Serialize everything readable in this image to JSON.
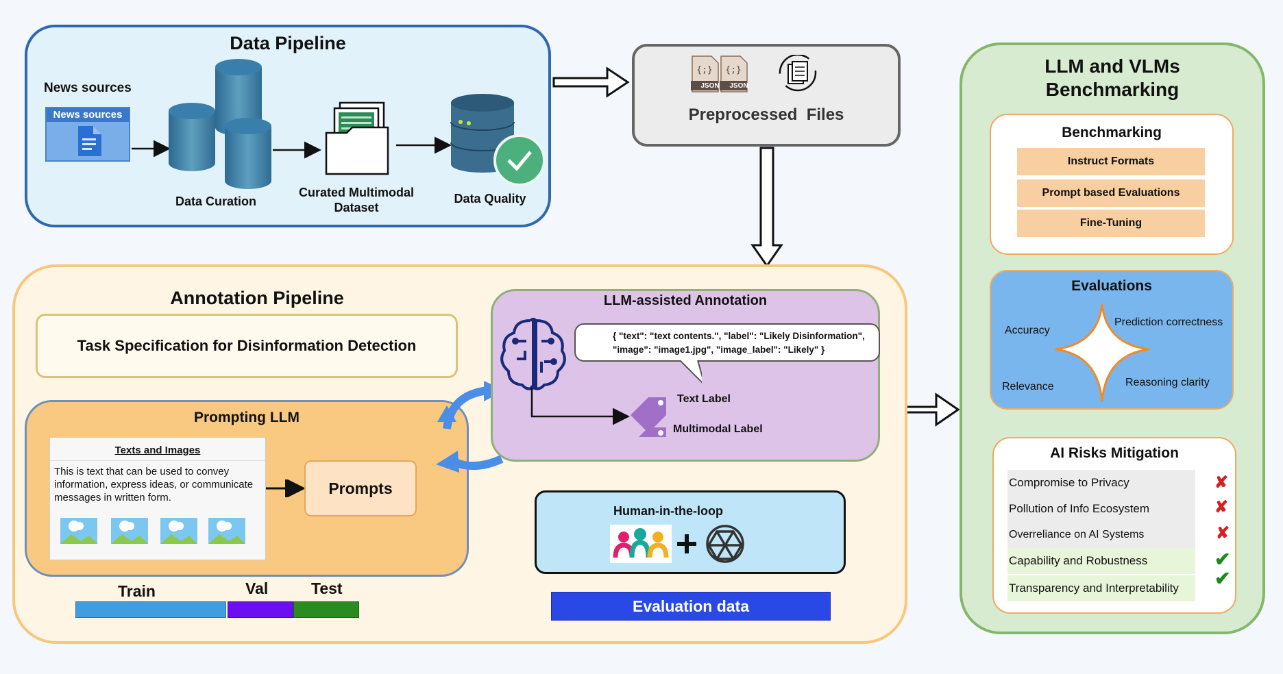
{
  "data_pipeline": {
    "title": "Data Pipeline",
    "news_sources_heading": "News sources",
    "news_sources_tab": "News sources",
    "data_curation": "Data Curation",
    "curated_dataset_line1": "Curated Multimodal",
    "curated_dataset_line2": "Dataset",
    "data_quality": "Data Quality"
  },
  "preprocessed": {
    "title": "Preprocessed  Files",
    "json_label": "JSON"
  },
  "annotation_pipeline": {
    "title": "Annotation Pipeline",
    "task_spec": "Task Specification for Disinformation Detection",
    "prompting_title": "Prompting LLM",
    "texts_images_title": "Texts and Images",
    "texts_images_body": "This is text that can be used to convey information, express ideas, or communicate messages in written form.",
    "prompts": "Prompts",
    "split_train": "Train",
    "split_val": "Val",
    "split_test": "Test"
  },
  "llm_annotation": {
    "title": "LLM-assisted Annotation",
    "json_line1": "{ \"text\": \"text contents.\", \"label\": \"Likely Disinformation\",",
    "json_line2": "\"image\": \"image1.jpg\", \"image_label\": \"Likely\" }",
    "text_label": "Text Label",
    "multimodal_label": "Multimodal Label"
  },
  "human_loop": {
    "title": "Human-in-the-loop"
  },
  "evaluation_data": "Evaluation data",
  "benchmarking": {
    "title_line1": "LLM and VLMs",
    "title_line2": "Benchmarking",
    "card_title": "Benchmarking",
    "items": [
      "Instruct Formats",
      "Prompt based Evaluations",
      "Fine-Tuning"
    ]
  },
  "evaluations": {
    "title": "Evaluations",
    "accuracy": "Accuracy",
    "prediction": "Prediction correctness",
    "relevance": "Relevance",
    "reasoning": "Reasoning clarity"
  },
  "risks": {
    "title": "AI Risks Mitigation",
    "items": [
      {
        "label": "Compromise to Privacy",
        "mark": "✘"
      },
      {
        "label": "Pollution of Info Ecosystem",
        "mark": "✘"
      },
      {
        "label": "Overreliance on AI Systems",
        "mark": "✘"
      },
      {
        "label": "Capability and Robustness",
        "mark": "✔"
      },
      {
        "label": "Transparency and Interpretability",
        "mark": "✔"
      }
    ]
  },
  "colors": {
    "data_pipeline_border": "#2e68ad",
    "annotation_border": "#f7c77d",
    "llm_box_fill": "#dec3e8",
    "benchmark_border": "#84b76a",
    "eval_fill": "#7ab6ee",
    "train": "#3f9de0",
    "val": "#6b0ff0",
    "test": "#2a8c1e",
    "eval_data": "#2a48e6",
    "cross": "#d42020",
    "check": "#1c8a1c"
  },
  "icons": [
    "document-icon",
    "database-icon",
    "folder-icon",
    "check-badge-icon",
    "json-file-icon",
    "file-sync-icon",
    "brain-circuit-icon",
    "tag-icon",
    "people-icon",
    "openai-icon",
    "image-icon",
    "cycle-arrows-icon",
    "sparkle-star-icon"
  ]
}
